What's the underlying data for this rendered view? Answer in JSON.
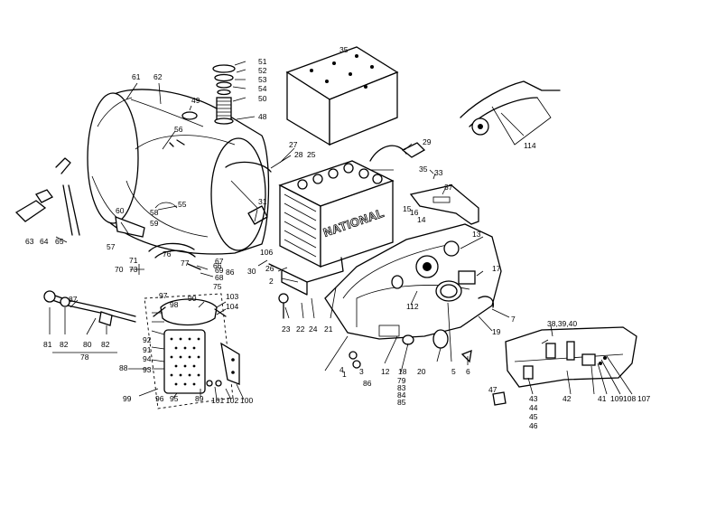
{
  "diagram": {
    "brand_text": "NATIONAL",
    "part_labels": {
      "p1": "1",
      "p2": "2",
      "p3": "3",
      "p4": "4",
      "p5": "5",
      "p6": "6",
      "p7": "7",
      "p12": "12",
      "p13": "13",
      "p14": "14",
      "p15": "15",
      "p16": "16",
      "p17": "17",
      "p18": "18",
      "p19": "19",
      "p20": "20",
      "p21": "21",
      "p22": "22",
      "p23": "23",
      "p24": "24",
      "p25": "25",
      "p26": "26",
      "p27": "27",
      "p28": "28",
      "p29": "29",
      "p30": "30",
      "p31": "31",
      "p33": "33",
      "p35": "35",
      "p35b": "35",
      "p37": "37",
      "p38_40": "38,39,40",
      "p41": "41",
      "p42": "42",
      "p43": "43",
      "p44": "44",
      "p45": "45",
      "p46": "46",
      "p47": "47",
      "p48": "48",
      "p49": "49",
      "p50": "50",
      "p51": "51",
      "p52": "52",
      "p53": "53",
      "p54": "54",
      "p55": "55",
      "p56": "56",
      "p57": "57",
      "p58": "58",
      "p59": "59",
      "p60": "60",
      "p61": "61",
      "p62": "62",
      "p63": "63",
      "p64": "64",
      "p65": "65",
      "p66": "66",
      "p67": "67",
      "p68": "68",
      "p69": "69",
      "p70": "70",
      "p71": "71",
      "p73": "73",
      "p75": "75",
      "p76": "76",
      "p77": "77",
      "p78": "78",
      "p79": "79",
      "p80": "80",
      "p81": "81",
      "p82": "82",
      "p82b": "82",
      "p83": "83",
      "p84": "84",
      "p85": "85",
      "p86": "86",
      "p86b": "86",
      "p87": "87",
      "p88": "88",
      "p89": "89",
      "p90": "90",
      "p91": "91",
      "p92": "92",
      "p93": "93",
      "p94": "94",
      "p95": "95",
      "p96": "96",
      "p97": "97",
      "p98": "98",
      "p99": "99",
      "p100": "100",
      "p101": "101",
      "p102": "102",
      "p103": "103",
      "p104": "104",
      "p106": "106",
      "p107": "107",
      "p108": "108",
      "p109": "109",
      "p112": "112",
      "p114": "114"
    }
  }
}
